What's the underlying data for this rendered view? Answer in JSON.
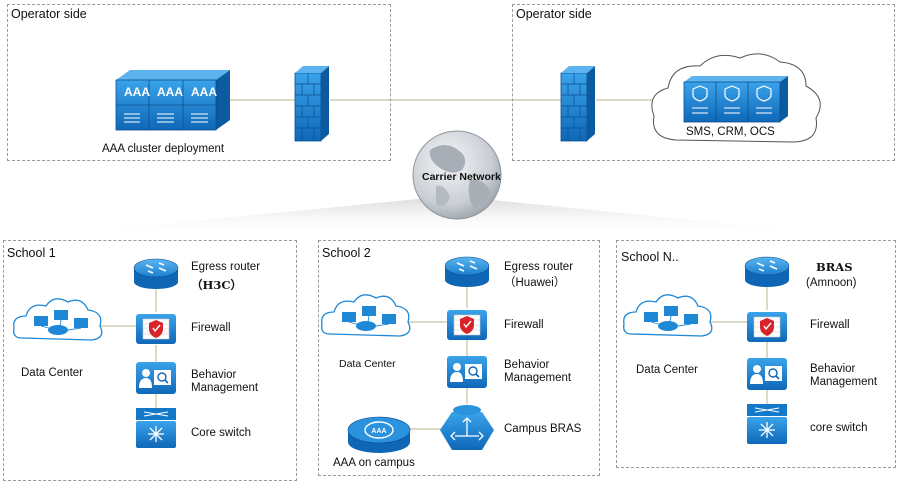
{
  "operator_left": {
    "title": "Operator side",
    "cluster_label": "AAA cluster deployment",
    "aaa_badges": [
      "AAA",
      "AAA",
      "AAA"
    ]
  },
  "operator_right": {
    "title": "Operator side",
    "cloud_label": "SMS, CRM, OCS"
  },
  "carrier": {
    "label": "Carrier Network"
  },
  "school1": {
    "title": "School 1",
    "router_label": "Egress router",
    "router_vendor": "（H3C）",
    "firewall_label": "Firewall",
    "behavior_label_1": "Behavior",
    "behavior_label_2": "Management",
    "switch_label": "Core switch",
    "datacenter_label": "Data Center"
  },
  "school2": {
    "title": "School 2",
    "router_label": "Egress router",
    "router_vendor": "（Huawei）",
    "firewall_label": "Firewall",
    "behavior_label_1": "Behavior",
    "behavior_label_2": "Management",
    "bras_label": "Campus BRAS",
    "datacenter_label": "Data Center",
    "aaa_label": "AAA on campus",
    "aaa_badge": "AAA"
  },
  "schoolN": {
    "title": "School N..",
    "router_label": "BRAS",
    "router_vendor": "(Amnoon)",
    "firewall_label": "Firewall",
    "behavior_label_1": "Behavior",
    "behavior_label_2": "Management",
    "switch_label": "core switch",
    "datacenter_label": "Data Center"
  },
  "colors": {
    "device_blue": "#1e88d6",
    "device_dark": "#0d5fa8",
    "line": "#c8c2a0",
    "dashed": "#9a9a9a",
    "firewall_red": "#d8232a"
  }
}
